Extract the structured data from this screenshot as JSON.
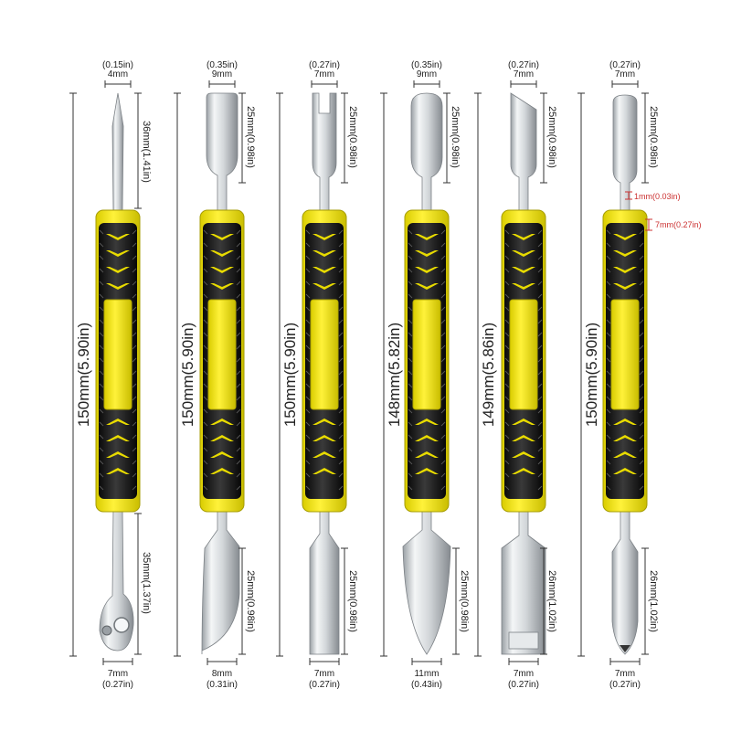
{
  "colors": {
    "handle_black": "#1a1a1a",
    "handle_yellow": "#f2e600",
    "steel_light": "#eef0f2",
    "steel_mid": "#c7cbcf",
    "steel_dark": "#8d9296",
    "annotation_red": "#cc3333"
  },
  "tools": [
    {
      "name": "tool-1",
      "total_length": "150mm(5.90in)",
      "top_tip": "pointed",
      "top_width_in": "(0.15in)",
      "top_width_mm": "4mm",
      "top_length": "36mm(1.41in)",
      "bottom_tip": "spoon",
      "bottom_length": "35mm(1.37in)",
      "bottom_width_mm": "7mm",
      "bottom_width_in": "(0.27in)"
    },
    {
      "name": "tool-2",
      "total_length": "150mm(5.90in)",
      "top_tip": "scoop",
      "top_width_in": "(0.35in)",
      "top_width_mm": "9mm",
      "top_length": "25mm(0.98in)",
      "bottom_tip": "knife",
      "bottom_length": "25mm(0.98in)",
      "bottom_width_mm": "8mm",
      "bottom_width_in": "(0.31in)"
    },
    {
      "name": "tool-3",
      "total_length": "150mm(5.90in)",
      "top_tip": "fork",
      "top_width_in": "(0.27in)",
      "top_width_mm": "7mm",
      "top_length": "25mm(0.98in)",
      "bottom_tip": "flat",
      "bottom_length": "25mm(0.98in)",
      "bottom_width_mm": "7mm",
      "bottom_width_in": "(0.27in)"
    },
    {
      "name": "tool-4",
      "total_length": "148mm(5.82in)",
      "top_tip": "round",
      "top_width_in": "(0.35in)",
      "top_width_mm": "9mm",
      "top_length": "25mm(0.98in)",
      "bottom_tip": "triangle",
      "bottom_length": "25mm(0.98in)",
      "bottom_width_mm": "11mm",
      "bottom_width_in": "(0.43in)"
    },
    {
      "name": "tool-5",
      "total_length": "149mm(5.86in)",
      "top_tip": "angled",
      "top_width_in": "(0.27in)",
      "top_width_mm": "7mm",
      "top_length": "25mm(0.98in)",
      "bottom_tip": "chisel",
      "bottom_length": "26mm(1.02in)",
      "bottom_width_mm": "7mm",
      "bottom_width_in": "(0.27in)"
    },
    {
      "name": "tool-6",
      "total_length": "150mm(5.90in)",
      "top_tip": "rounded-flat",
      "top_width_in": "(0.27in)",
      "top_width_mm": "7mm",
      "top_length": "25mm(0.98in)",
      "bottom_tip": "pointed-spatula",
      "bottom_length": "26mm(1.02in)",
      "bottom_width_mm": "7mm",
      "bottom_width_in": "(0.27in)",
      "extra_1": "1mm(0.03in)",
      "extra_2": "7mm(0.27in)"
    }
  ]
}
